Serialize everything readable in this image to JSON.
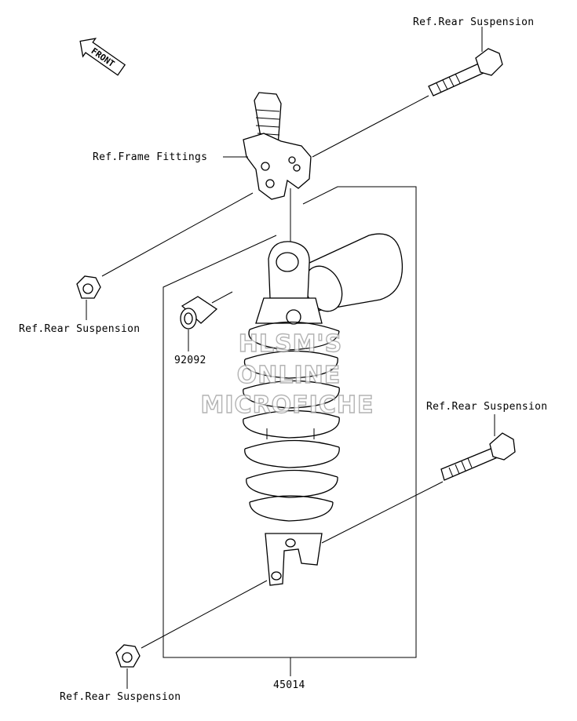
{
  "labels": {
    "ref_rear_suspension_top": "Ref.Rear Suspension",
    "ref_frame_fittings": "Ref.Frame Fittings",
    "ref_rear_suspension_left": "Ref.Rear Suspension",
    "ref_rear_suspension_right": "Ref.Rear Suspension",
    "ref_rear_suspension_bottom": "Ref.Rear Suspension",
    "part_92092": "92092",
    "part_45014": "45014"
  },
  "front_indicator": {
    "text": "FRONT",
    "icon": "front-arrow-icon"
  },
  "watermark": {
    "line1": "HLSM'S",
    "line2": "ONLINE",
    "line3": "MICROFICHE"
  }
}
